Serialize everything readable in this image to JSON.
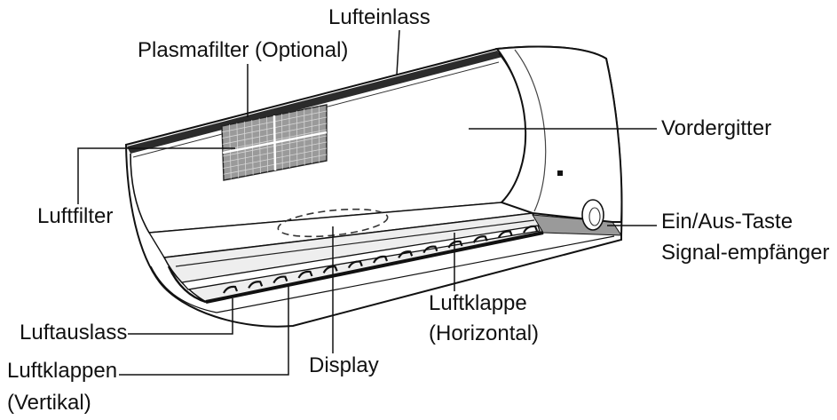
{
  "labels": {
    "air_inlet": "Lufteinlass",
    "plasma_filter": "Plasmafilter (Optional)",
    "front_grille": "Vordergitter",
    "air_filter": "Luftfilter",
    "power_button_line1": "Ein/Aus-Taste",
    "power_button_line2": "Signal-empfänger",
    "horizontal_flap_line1": "Luftklappe",
    "horizontal_flap_line2": "(Horizontal)",
    "air_outlet": "Luftauslass",
    "display": "Display",
    "vertical_louvers_line1": "Luftklappen",
    "vertical_louvers_line2": "(Vertikal)"
  }
}
